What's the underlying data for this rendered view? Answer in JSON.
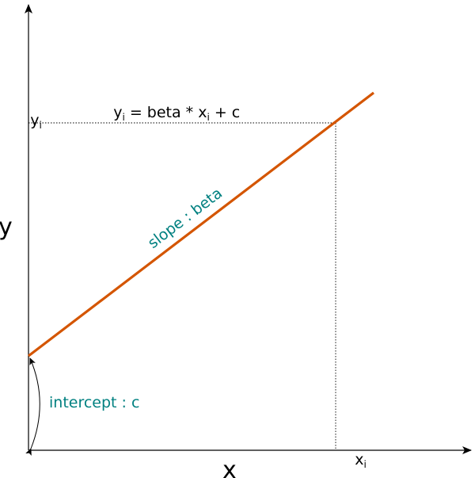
{
  "axes": {
    "x_label": "x",
    "y_label": "y",
    "xi_base": "x",
    "xi_sub": "i",
    "yi_base": "y",
    "yi_sub": "i"
  },
  "equation": {
    "y": "y",
    "y_sub": "i",
    "mid": " = beta * x",
    "x_sub": "i",
    "tail": " + c"
  },
  "annotations": {
    "slope": "slope : beta",
    "intercept": "intercept : c"
  },
  "colors": {
    "line": "#d45500",
    "annotation": "#008080",
    "axis": "#000000"
  }
}
